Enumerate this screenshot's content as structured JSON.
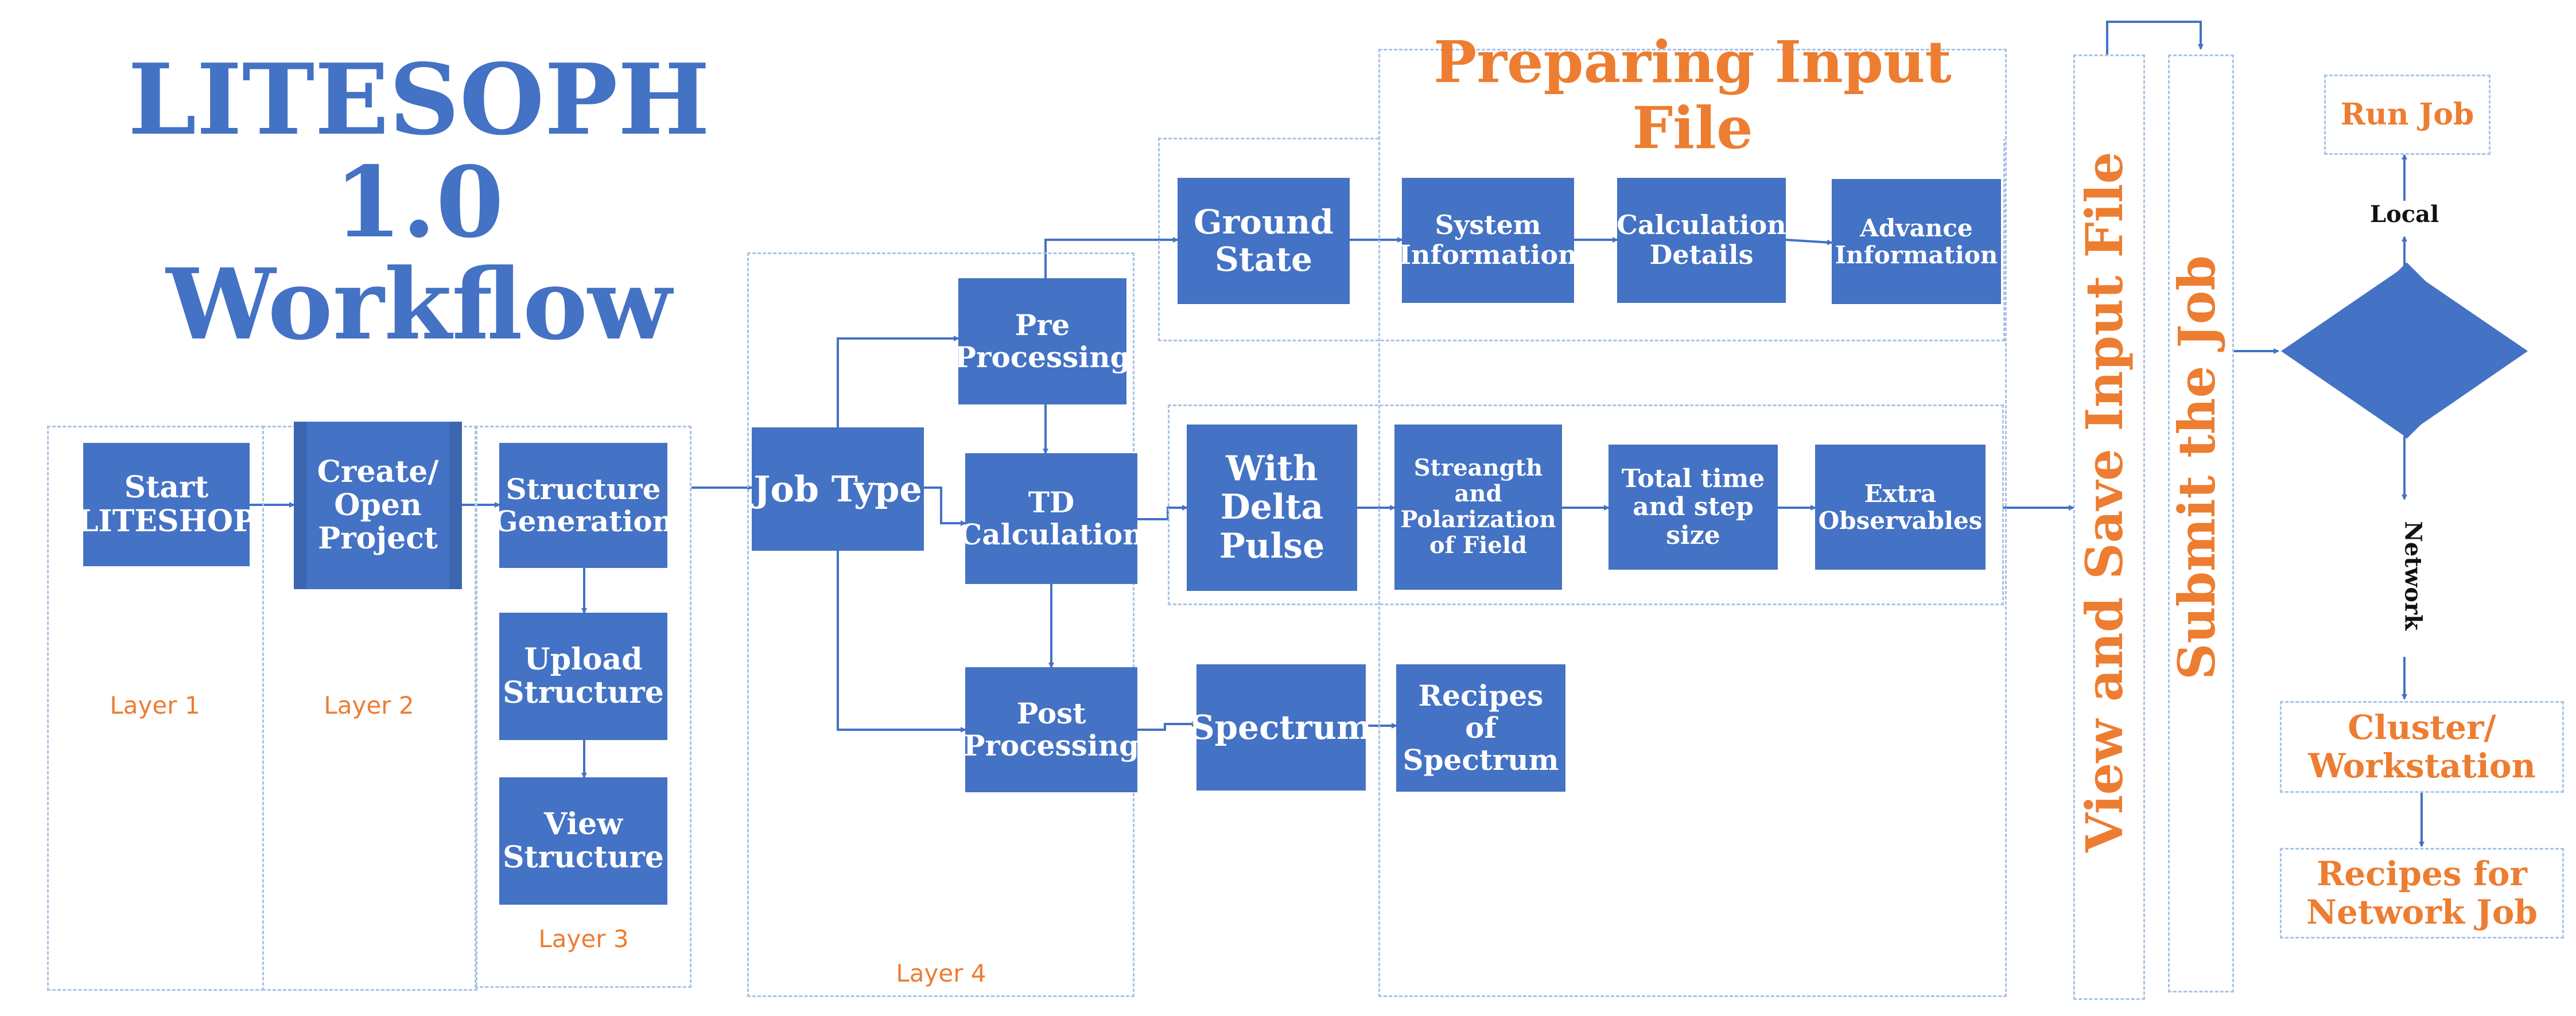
{
  "title": {
    "line1": "LITESOPH 1.0",
    "line2": "Workflow"
  },
  "colors": {
    "box": "#4472C4",
    "accent": "#ED7D31",
    "frame": "#A9C3E8",
    "arrow": "#4472C4"
  },
  "layers": {
    "l1": "Layer 1",
    "l2": "Layer 2",
    "l3": "Layer 3",
    "l4": "Layer 4"
  },
  "nodes": {
    "start": "Start\nLITESHOP",
    "create_open": "Create/\nOpen\nProject",
    "structure_generation": "Structure\nGeneration",
    "upload_structure": "Upload\nStructure",
    "view_structure": "View\nStructure",
    "job_type": "Job Type",
    "pre_processing": "Pre\nProcessing",
    "td_calculation": "TD\nCalculation",
    "post_processing": "Post\nProcessing",
    "ground_state": "Ground\nState",
    "system_information": "System\nInformation",
    "calculation_details": "Calculation\nDetails",
    "advance_information": "Advance\nInformation",
    "with_delta_pulse": "With\nDelta\nPulse",
    "strength_polarization": "Streangth\nand\nPolarization\nof Field",
    "total_time": "Total time\nand step\nsize",
    "extra_observables": "Extra\nObservables",
    "spectrum": "Spectrum",
    "recipes_of_spectrum": "Recipes\nof\nSpectrum"
  },
  "preparing_input_file": "Preparing Input File",
  "view_and_save": "View and Save Input File",
  "submit_the_job": "Submit the Job",
  "run_job": "Run Job",
  "local": "Local",
  "network": "Network",
  "cluster_workstation": "Cluster/\nWorkstation",
  "recipes_network_job": "Recipes for\nNetwork Job"
}
